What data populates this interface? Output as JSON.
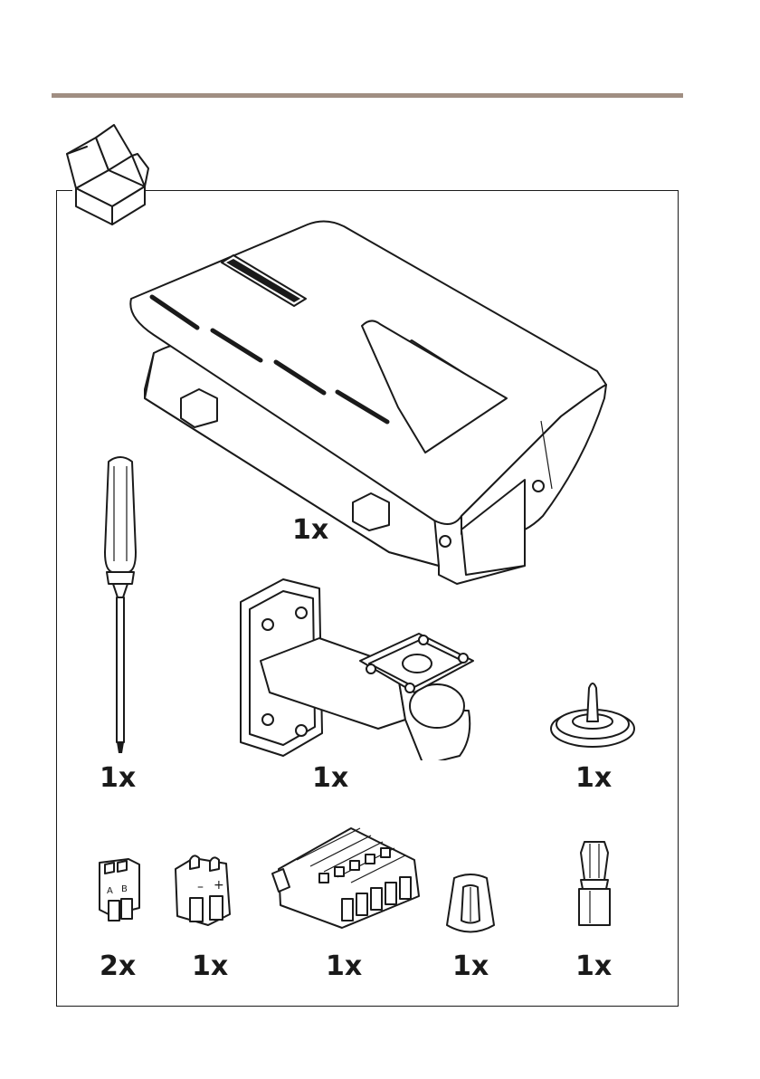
{
  "items": [
    {
      "name": "housing",
      "qty": "1x"
    },
    {
      "name": "screwdriver",
      "qty": "1x"
    },
    {
      "name": "wall-bracket",
      "qty": "1x"
    },
    {
      "name": "cable-gasket",
      "qty": "1x"
    },
    {
      "name": "2-pin-connector",
      "qty": "2x"
    },
    {
      "name": "power-connector",
      "qty": "1x"
    },
    {
      "name": "i-o-connector",
      "qty": "1x"
    },
    {
      "name": "cable-clip",
      "qty": "1x"
    },
    {
      "name": "torx-bit",
      "qty": "1x"
    }
  ],
  "colors": {
    "rule": "#a08e82",
    "line": "#1a1a1a"
  },
  "icons": [
    "open-box-icon"
  ]
}
